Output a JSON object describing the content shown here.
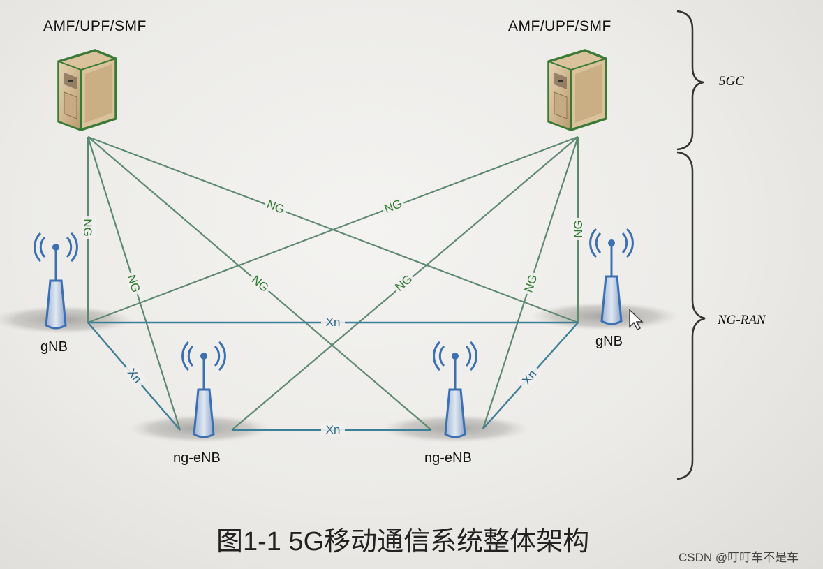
{
  "core": {
    "left_label": "AMF/UPF/SMF",
    "right_label": "AMF/UPF/SMF"
  },
  "brackets": {
    "top_label": "5GC",
    "bottom_label": "NG-RAN"
  },
  "nodes": {
    "gnb_left": "gNB",
    "gnb_right": "gNB",
    "ngenb_left": "ng-eNB",
    "ngenb_right": "ng-eNB"
  },
  "interfaces": {
    "ng": "NG",
    "xn": "Xn"
  },
  "caption": "图1-1  5G移动通信系统整体架构",
  "watermark": "CSDN @叮叮车不是车",
  "colors": {
    "ng_line": "#5e8a72",
    "xn_line": "#3f7f96",
    "ng_text": "#2f7a2f",
    "xn_text": "#2a6a8a",
    "server_body": "#c9b08a",
    "server_outline": "#3b7a34",
    "antenna": "#3d6fb3"
  }
}
